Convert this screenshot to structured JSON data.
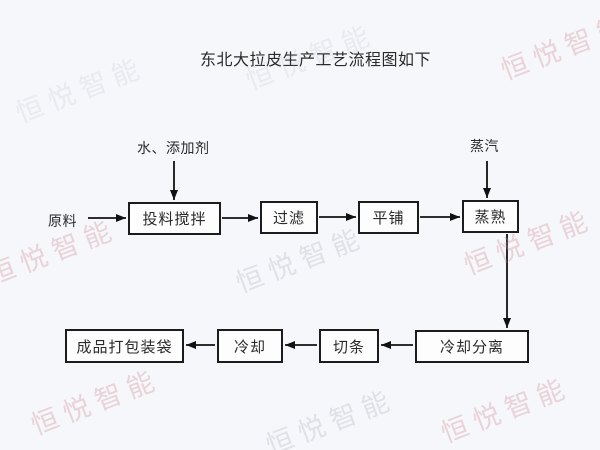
{
  "page": {
    "title": "东北大拉皮生产工艺流程图如下",
    "background_color": "#f5f7fa"
  },
  "diagram": {
    "boxes": [
      {
        "id": "feed-stir",
        "label": "投料搅拌"
      },
      {
        "id": "filter",
        "label": "过滤"
      },
      {
        "id": "spread-flat",
        "label": "平铺"
      },
      {
        "id": "steam-cook",
        "label": "蒸熟"
      },
      {
        "id": "cool-separate",
        "label": "冷却分离"
      },
      {
        "id": "cut-strips",
        "label": "切条"
      },
      {
        "id": "cool",
        "label": "冷却"
      },
      {
        "id": "pack-bag",
        "label": "成品打包装袋"
      }
    ],
    "inputs": [
      {
        "id": "raw-material",
        "label": "原料"
      },
      {
        "id": "water-additives",
        "label": "水、添加剂"
      },
      {
        "id": "steam",
        "label": "蒸汽"
      }
    ],
    "edges": [
      {
        "from": "原料",
        "to": "投料搅拌"
      },
      {
        "from": "水、添加剂",
        "to": "投料搅拌"
      },
      {
        "from": "投料搅拌",
        "to": "过滤"
      },
      {
        "from": "过滤",
        "to": "平铺"
      },
      {
        "from": "平铺",
        "to": "蒸熟"
      },
      {
        "from": "蒸汽",
        "to": "蒸熟"
      },
      {
        "from": "蒸熟",
        "to": "冷却分离"
      },
      {
        "from": "冷却分离",
        "to": "切条"
      },
      {
        "from": "切条",
        "to": "冷却"
      },
      {
        "from": "冷却",
        "to": "成品打包装袋"
      }
    ],
    "colors": {
      "box_border": "#1c1c1c",
      "box_fill": "#fdfdfe",
      "arrow": "#111111",
      "text": "#2a2a2a"
    }
  },
  "watermark": {
    "text": "恒悦智能",
    "pink_color": "#d38b96",
    "gray_color": "#a8aebe"
  }
}
